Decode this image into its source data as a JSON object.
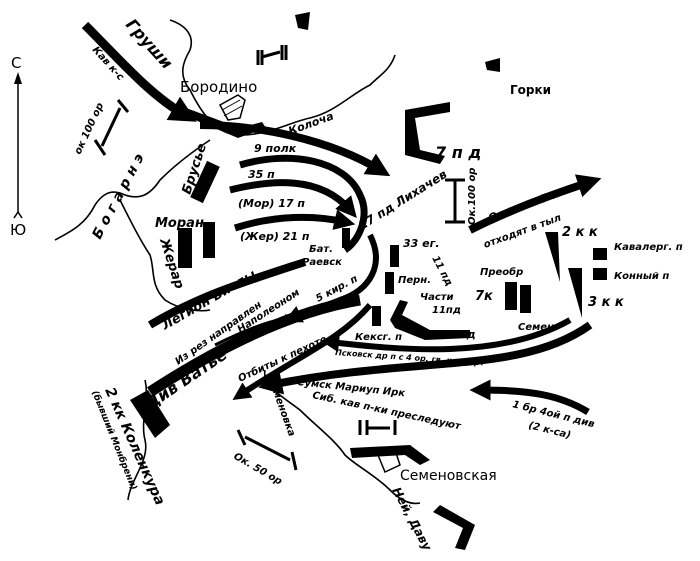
{
  "compass": {
    "north": "С",
    "south": "Ю"
  },
  "places": {
    "borodino": "Бородино",
    "gorki": "Горки",
    "semenovskaya": "Семеновская",
    "kolocha": "Колоча",
    "semenovka": "Семеновка"
  },
  "labels": {
    "grushi": "Груши",
    "kav_ks": "Кав к-с",
    "ok100_left": "ок 100 ор",
    "bogarne": "Б о г а р н э",
    "brusie": "Брусье",
    "polk9": "9 полк",
    "p35": "35 п",
    "mor17": "(Мор) 17 п",
    "zher21": "(Жер) 21 п",
    "moran": "Моран",
    "zherar": "Жерар",
    "pd7": "7 п д",
    "ok100_right": "Ок.100 ор",
    "likhachev": "27 пд Лихачев",
    "ostatki": "Остатки 7 к",
    "otkhodyat": "отходят в тыл",
    "kk2": "2 к к",
    "kavalerg": "Кавалерг. п",
    "konny": "Конный п",
    "kk3": "3 к к",
    "preobr": "Преобр",
    "k7": "7к",
    "semen": "Семен",
    "eg33": "33 ег.",
    "pd11": "11 пд",
    "pern": "Перн.",
    "chasti": "Части",
    "chasti_pd": "11пд",
    "kensg": "Кексг. п",
    "pd23": "23 пд",
    "bat": "Бат.",
    "raevsk": "Раевск",
    "legion": "Легион Вислы",
    "iz_rez": "Из рез направлен",
    "napoleonom": "Наполеоном",
    "kir5": "5 кир. п",
    "vatie": "Див Ватье",
    "otbity": "Отбиты к пехоте",
    "pskovsk": "Псковск др п с 4 ор. гв. кон. арт",
    "sumsk": "Сумск Мариуп Ирк",
    "sib": "Сиб. кав п-ки преследуют",
    "br1": "1 бр 4ой п див",
    "ksa2": "(2 к-са)",
    "kolenkur": "2 кк Коленкура",
    "montbrun": "(бывший Монбрени)",
    "ok50": "Ок. 50 ор",
    "ney": "Ней, Даву"
  }
}
